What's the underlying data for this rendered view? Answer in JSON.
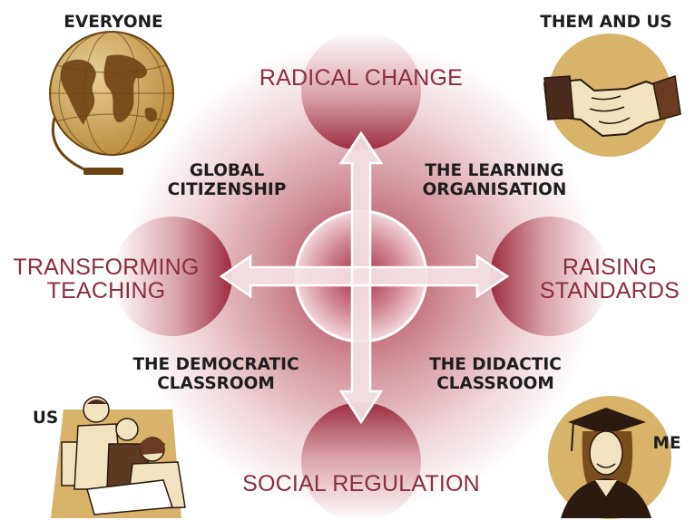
{
  "poles": {
    "top": "RADICAL CHANGE",
    "left": [
      "TRANSFORMING",
      "TEACHING"
    ],
    "right": [
      "RAISING",
      "STANDARDS"
    ],
    "bottom": "SOCIAL REGULATION"
  },
  "quadrants": {
    "top_left": [
      "GLOBAL",
      "CITIZENSHIP"
    ],
    "top_right": [
      "THE LEARNING",
      "ORGANISATION"
    ],
    "bottom_left": [
      "THE DEMOCRATIC",
      "CLASSROOM"
    ],
    "bottom_right": [
      "THE DIDACTIC",
      "CLASSROOM"
    ]
  },
  "corners": {
    "top_left": "EVERYONE",
    "top_right": "THEM AND US",
    "bottom_left": "US",
    "bottom_right": "ME"
  },
  "icons": {
    "top_left": "globe-icon",
    "top_right": "handshake-icon",
    "bottom_left": "office-workers-icon",
    "bottom_right": "graduate-icon"
  },
  "colors": {
    "accent": "#8b2e3f",
    "medallion": "#d8b36a",
    "text": "#1e1e1e"
  }
}
